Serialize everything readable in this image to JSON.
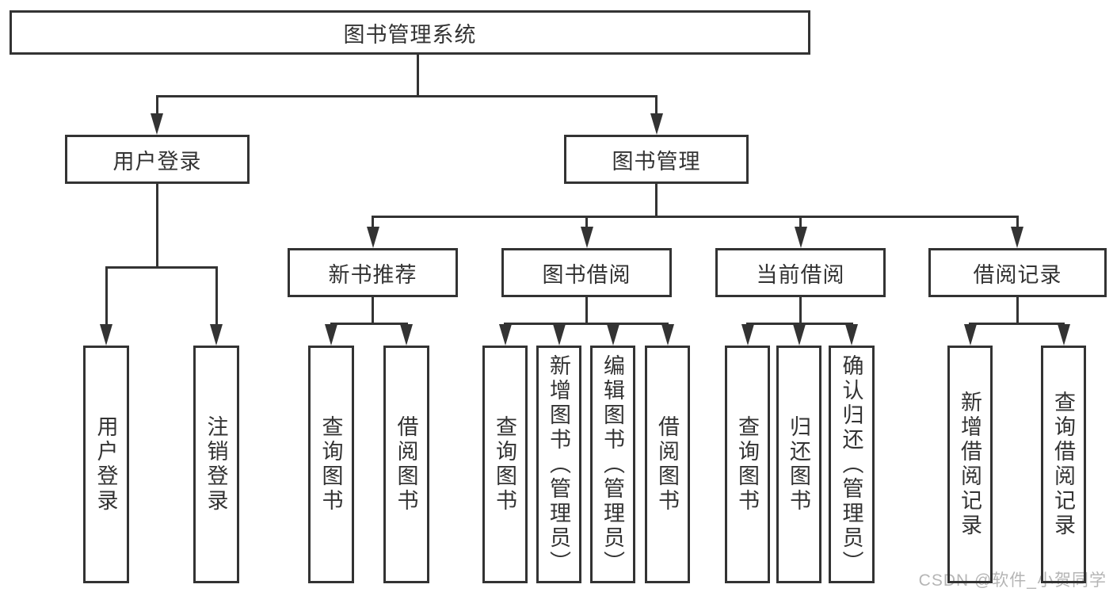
{
  "tree": {
    "root": {
      "label": "图书管理系统",
      "children": [
        {
          "label": "用户登录",
          "children": [
            {
              "label": "用户登录"
            },
            {
              "label": "注销登录"
            }
          ]
        },
        {
          "label": "图书管理",
          "children": [
            {
              "label": "新书推荐",
              "children": [
                {
                  "label": "查询图书"
                },
                {
                  "label": "借阅图书"
                }
              ]
            },
            {
              "label": "图书借阅",
              "children": [
                {
                  "label": "查询图书"
                },
                {
                  "label": "新增图书（管理员）"
                },
                {
                  "label": "编辑图书（管理员）"
                },
                {
                  "label": "借阅图书"
                }
              ]
            },
            {
              "label": "当前借阅",
              "children": [
                {
                  "label": "查询图书"
                },
                {
                  "label": "归还图书"
                },
                {
                  "label": "确认归还（管理员）"
                }
              ]
            },
            {
              "label": "借阅记录",
              "children": [
                {
                  "label": "新增借阅记录"
                },
                {
                  "label": "查询借阅记录"
                }
              ]
            }
          ]
        }
      ]
    }
  },
  "watermark": "CSDN @软件_小贺同学",
  "colors": {
    "line": "#333333",
    "text": "#333333",
    "background": "#ffffff",
    "watermark": "#b5b5b5"
  }
}
